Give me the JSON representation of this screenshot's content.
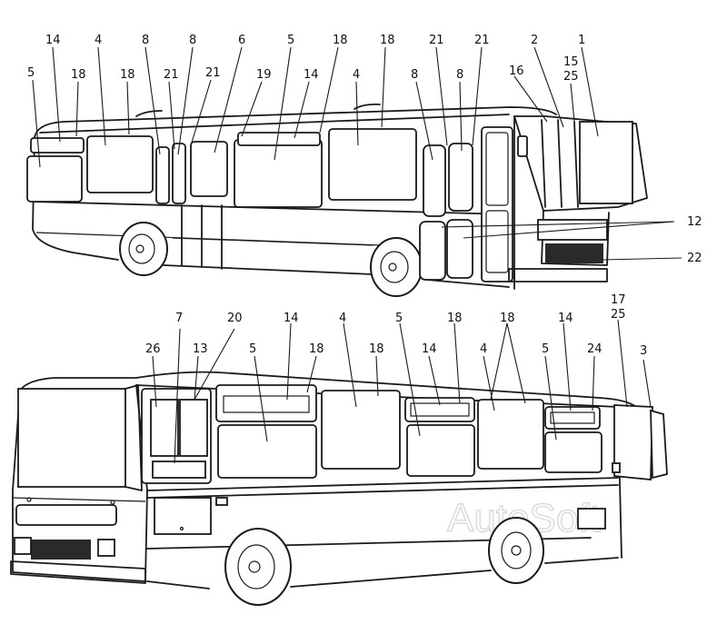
{
  "watermark": "AutoSoft",
  "top_view": {
    "callouts": [
      {
        "id": "t5a",
        "text": "5"
      },
      {
        "id": "t14a",
        "text": "14"
      },
      {
        "id": "t18a",
        "text": "18"
      },
      {
        "id": "t4a",
        "text": "4"
      },
      {
        "id": "t18b",
        "text": "18"
      },
      {
        "id": "t8a",
        "text": "8"
      },
      {
        "id": "t21a",
        "text": "21"
      },
      {
        "id": "t8b",
        "text": "8"
      },
      {
        "id": "t21b",
        "text": "21"
      },
      {
        "id": "t6",
        "text": "6"
      },
      {
        "id": "t19",
        "text": "19"
      },
      {
        "id": "t5b",
        "text": "5"
      },
      {
        "id": "t14b",
        "text": "14"
      },
      {
        "id": "t18c",
        "text": "18"
      },
      {
        "id": "t4b",
        "text": "4"
      },
      {
        "id": "t18d",
        "text": "18"
      },
      {
        "id": "t8c",
        "text": "8"
      },
      {
        "id": "t21c",
        "text": "21"
      },
      {
        "id": "t8d",
        "text": "8"
      },
      {
        "id": "t21d",
        "text": "21"
      },
      {
        "id": "t2",
        "text": "2"
      },
      {
        "id": "t16",
        "text": "16"
      },
      {
        "id": "t15",
        "text": "15"
      },
      {
        "id": "t25",
        "text": "25"
      },
      {
        "id": "t1",
        "text": "1"
      },
      {
        "id": "t12",
        "text": "12"
      },
      {
        "id": "t22",
        "text": "22"
      }
    ]
  },
  "bottom_view": {
    "callouts": [
      {
        "id": "b7",
        "text": "7"
      },
      {
        "id": "b20",
        "text": "20"
      },
      {
        "id": "b26",
        "text": "26"
      },
      {
        "id": "b13",
        "text": "13"
      },
      {
        "id": "b14a",
        "text": "14"
      },
      {
        "id": "b5a",
        "text": "5"
      },
      {
        "id": "b18a",
        "text": "18"
      },
      {
        "id": "b4a",
        "text": "4"
      },
      {
        "id": "b18b",
        "text": "18"
      },
      {
        "id": "b5b",
        "text": "5"
      },
      {
        "id": "b14b",
        "text": "14"
      },
      {
        "id": "b18c",
        "text": "18"
      },
      {
        "id": "b4b",
        "text": "4"
      },
      {
        "id": "b18d",
        "text": "18"
      },
      {
        "id": "b5c",
        "text": "5"
      },
      {
        "id": "b14c",
        "text": "14"
      },
      {
        "id": "b24",
        "text": "24"
      },
      {
        "id": "b17",
        "text": "17"
      },
      {
        "id": "b25",
        "text": "25"
      },
      {
        "id": "b3",
        "text": "3"
      }
    ]
  }
}
